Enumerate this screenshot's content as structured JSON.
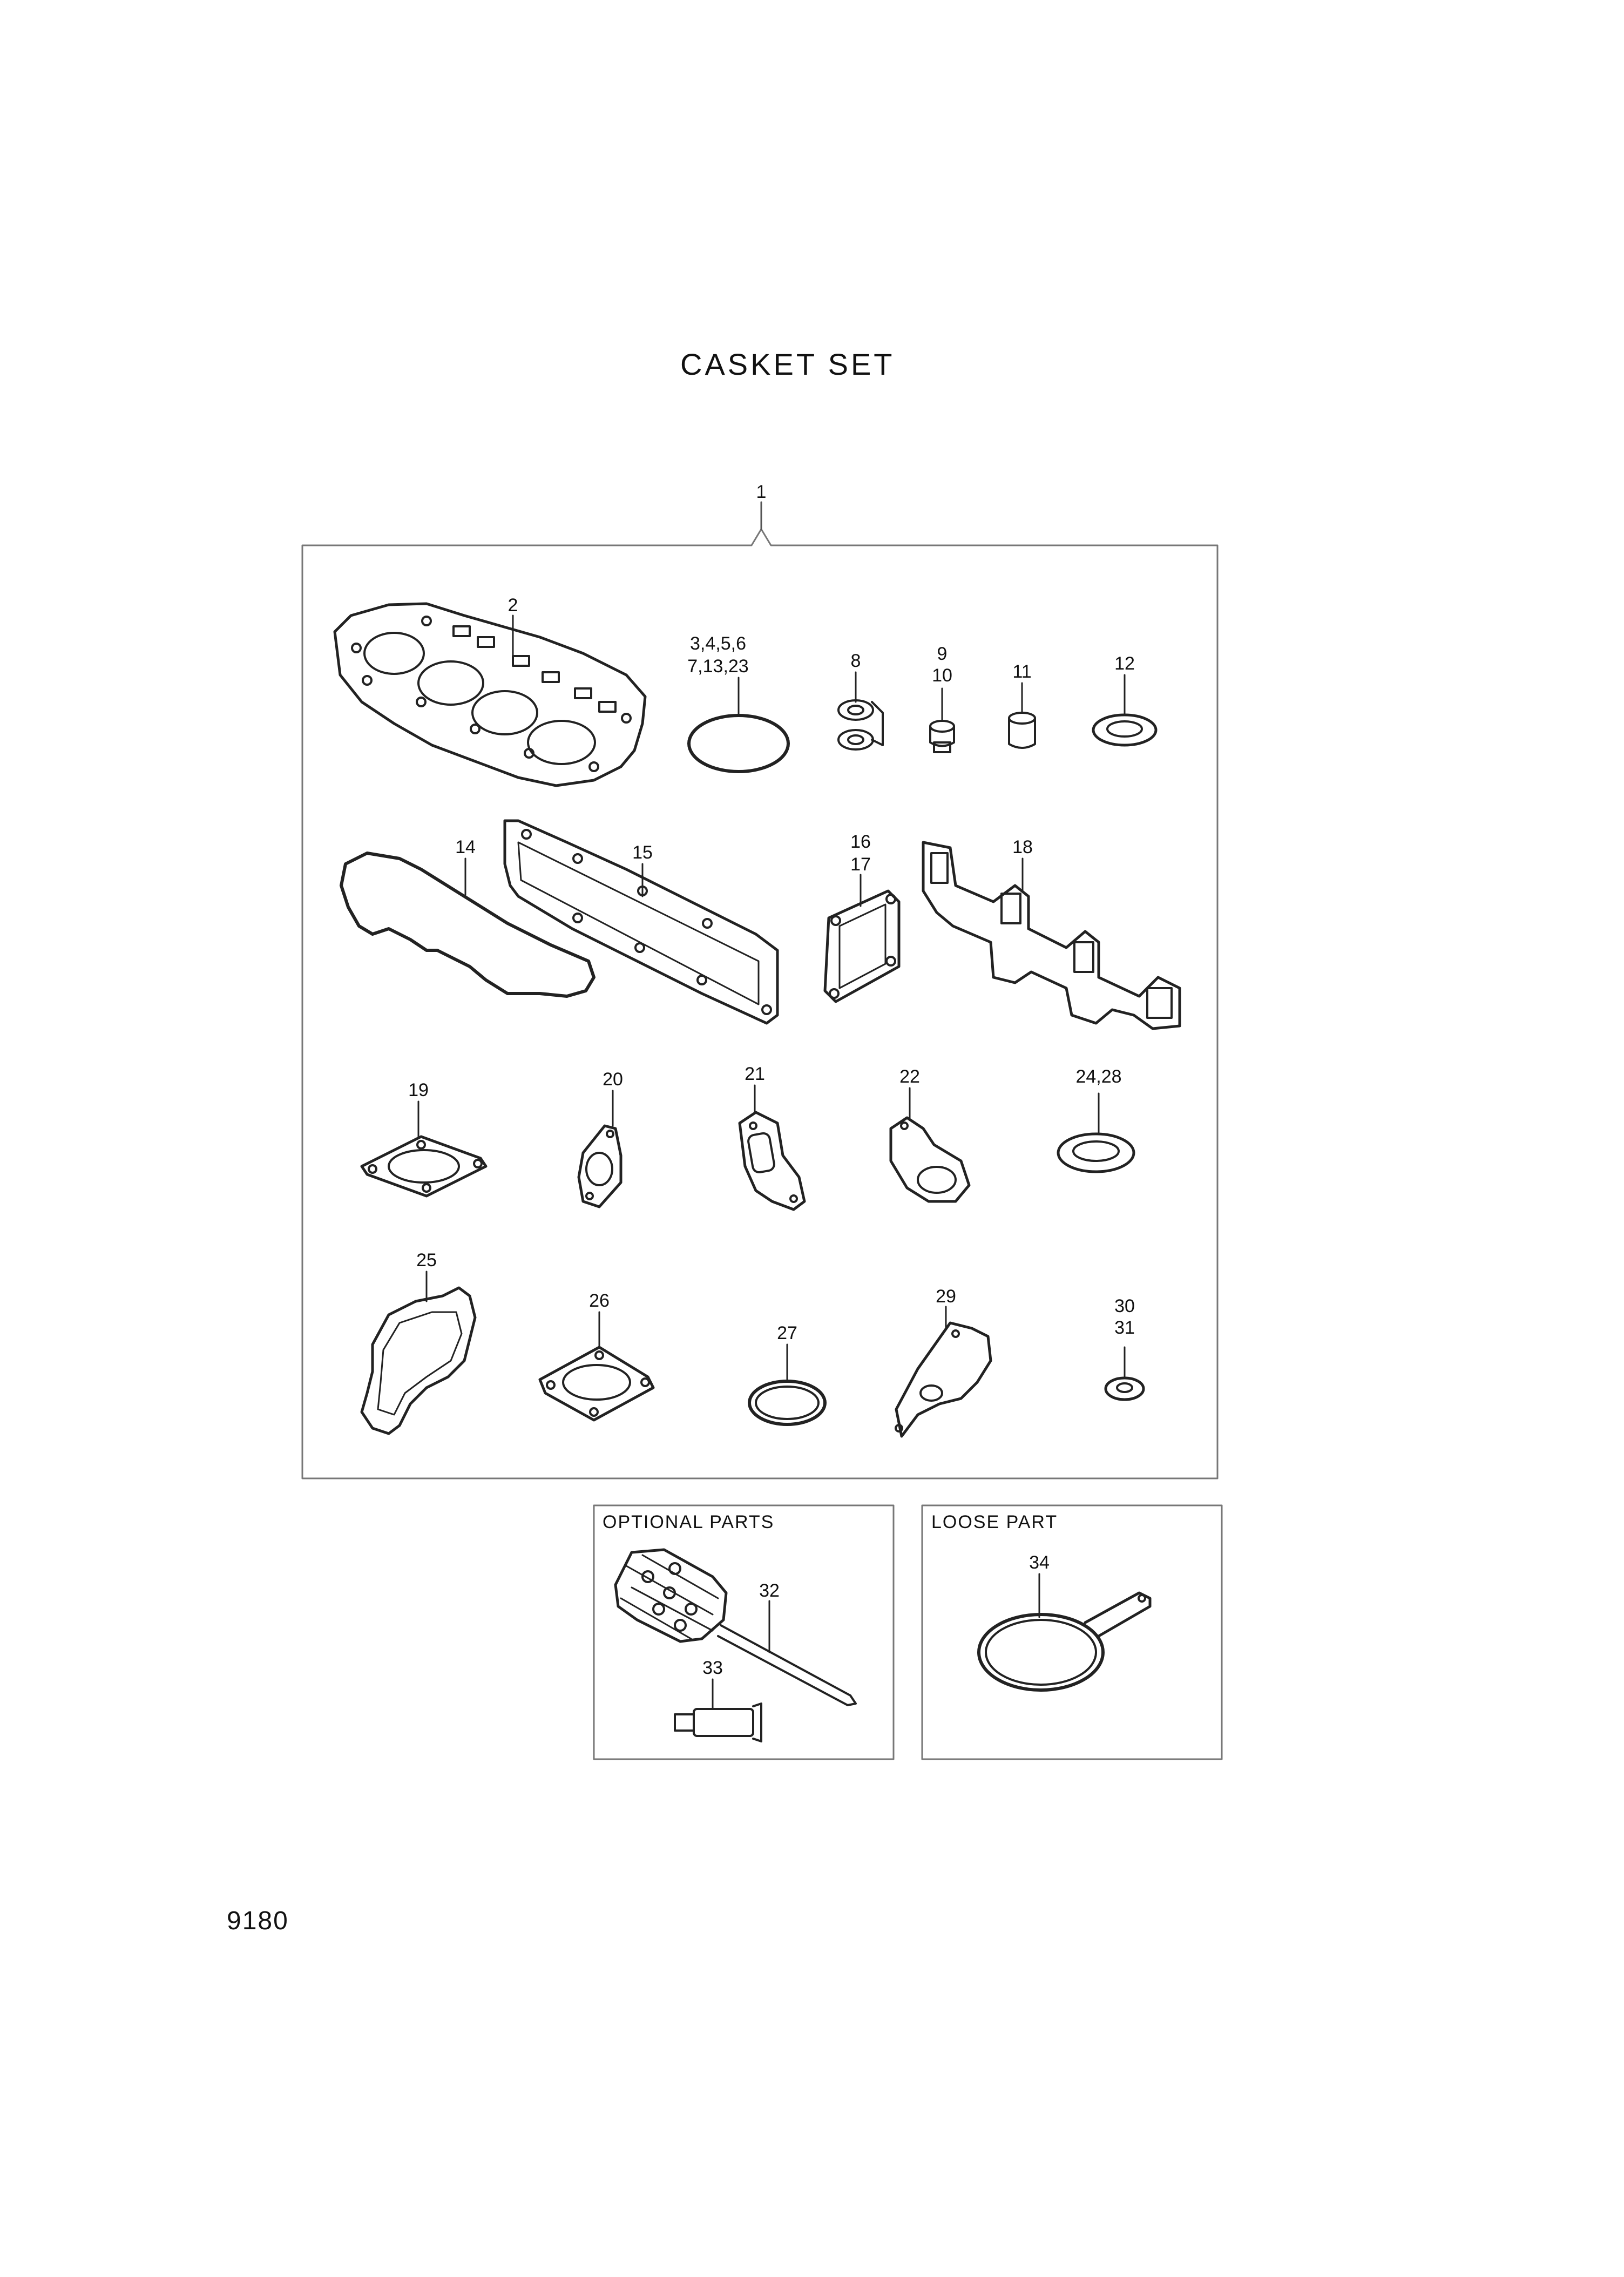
{
  "title": "CASKET SET",
  "page_number": "9180",
  "boxes": {
    "optional": "OPTIONAL PARTS",
    "loose": "LOOSE PART"
  },
  "callouts": {
    "c1": "1",
    "c2": "2",
    "c3a": "3,4,5,6",
    "c3b": "7,13,23",
    "c8": "8",
    "c9": "9",
    "c10": "10",
    "c11": "11",
    "c12": "12",
    "c14": "14",
    "c15": "15",
    "c16": "16",
    "c17": "17",
    "c18": "18",
    "c19": "19",
    "c20": "20",
    "c21": "21",
    "c22": "22",
    "c24": "24,28",
    "c25": "25",
    "c26": "26",
    "c27": "27",
    "c29": "29",
    "c30": "30",
    "c31": "31",
    "c32": "32",
    "c33": "33",
    "c34": "34"
  }
}
